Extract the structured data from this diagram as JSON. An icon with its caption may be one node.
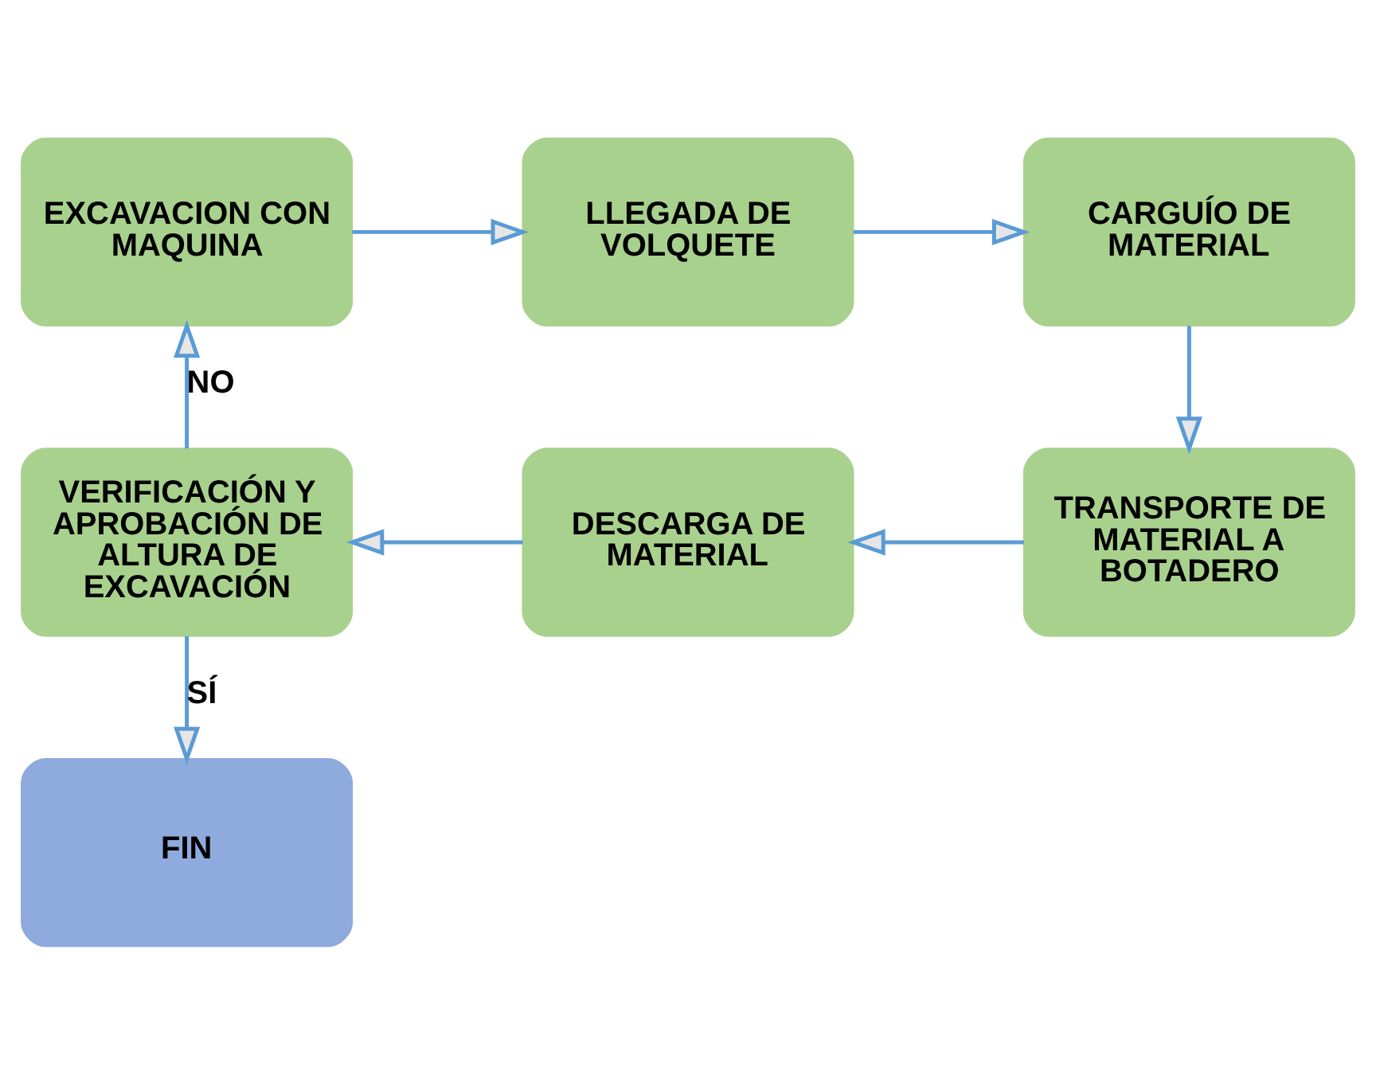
{
  "diagram": {
    "nodes": [
      {
        "text": [
          "EXCAVACION CON MAQUINA"
        ]
      },
      {
        "text": [
          "LLEGADA DE VOLQUETE"
        ]
      },
      {
        "text": [
          "CARGUÍO DE MATERIAL"
        ]
      },
      {
        "text": [
          "TRANSPORTE DE MATERIAL A BOTADERO"
        ]
      },
      {
        "text": [
          "DESCARGA DE MATERIAL"
        ]
      },
      {
        "text": [
          "VERIFICACIÓN Y APROBACIÓN DE ALTURA DE EXCAVACIÓN"
        ]
      },
      {
        "text": [
          "FIN"
        ]
      }
    ],
    "edges": [
      {
        "from": 0,
        "to": 1,
        "arrow": "to"
      },
      {
        "from": 1,
        "to": 2,
        "arrow": "to"
      },
      {
        "from": 2,
        "to": 3,
        "arrow": "to"
      },
      {
        "from": 3,
        "to": 4,
        "arrow": "to"
      },
      {
        "from": 4,
        "to": 5,
        "arrow": "to"
      },
      {
        "from": 5,
        "to": 0,
        "label": "NO",
        "arrow": "to"
      },
      {
        "from": 5,
        "to": 6,
        "label": "SÍ",
        "arrow": "to"
      }
    ]
  }
}
